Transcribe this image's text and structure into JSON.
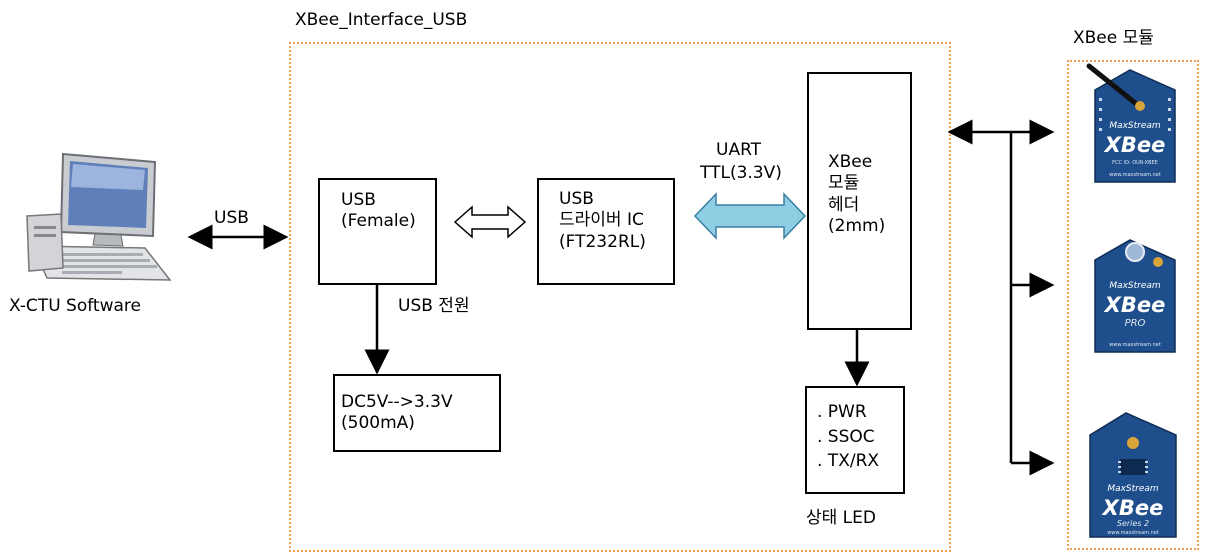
{
  "labels": {
    "interface_title": "XBee_Interface_USB",
    "modules_title": "XBee 모듈",
    "usb_link": "USB",
    "software": "X-CTU Software",
    "usb_power": "USB 전원",
    "uart_line1": "UART",
    "uart_line2": "TTL(3.3V)",
    "status_led": "상태 LED"
  },
  "blocks": {
    "usb_female": [
      "USB",
      "(Female)"
    ],
    "usb_driver": [
      "USB",
      "드라이버 IC",
      "(FT232RL)"
    ],
    "xbee_header": [
      "XBee",
      "모듈",
      "헤더",
      "(2mm)"
    ],
    "regulator": [
      "DC5V-->3.3V",
      "(500mA)"
    ],
    "led_list": [
      ". PWR",
      ". SSOC",
      ". TX/RX"
    ]
  },
  "modules": [
    {
      "brand": "MaxStream",
      "name": "XBee",
      "sub": "FCC ID: OUR-XBEE",
      "url": "www.maxstream.net"
    },
    {
      "brand": "MaxStream",
      "name": "XBee",
      "sub": "PRO",
      "url": "www.maxstream.net"
    },
    {
      "brand": "MaxStream",
      "name": "XBee",
      "sub": "Series 2",
      "url": "www.maxstream.net"
    }
  ],
  "colors": {
    "frame": "#f0a050",
    "uart_arrow": "#8ecfe3",
    "module_pcb": "#1e4f8c"
  }
}
